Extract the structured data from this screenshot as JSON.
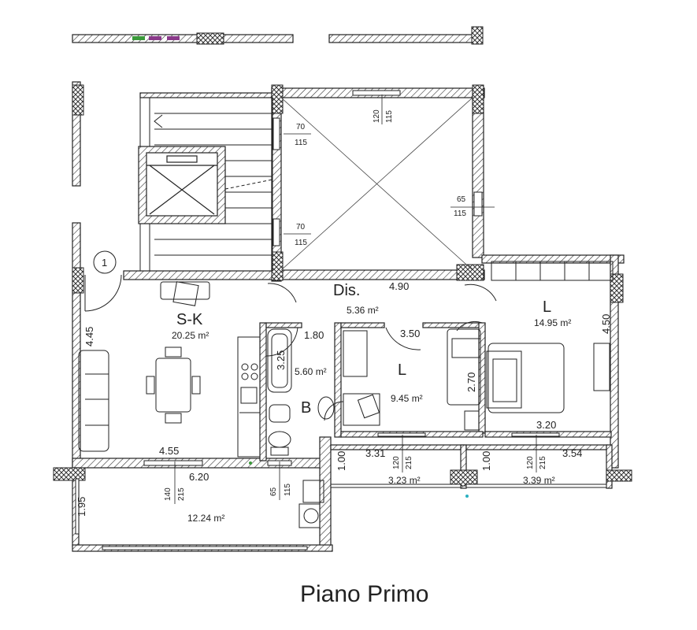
{
  "title": "Piano Primo",
  "marker": "1",
  "colors": {
    "wall_hatch": "#333333",
    "line": "#222222",
    "accent_green": "#3a9a3a",
    "accent_purple": "#8a3a8a",
    "accent_cyan": "#2ab0c0"
  },
  "rooms": {
    "sk": {
      "name": "S-K",
      "area": "20.25 m²"
    },
    "dis": {
      "name": "Dis.",
      "area": "5.36 m²"
    },
    "bath": {
      "name": "B",
      "area": "5.60 m²"
    },
    "l1": {
      "name": "L",
      "area": "9.45 m²"
    },
    "l2": {
      "name": "L",
      "area": "14.95 m²"
    },
    "terrace": {
      "area": "12.24 m²"
    },
    "balcony1": {
      "area": "3.23 m²"
    },
    "balcony2": {
      "area": "3.39 m²"
    }
  },
  "dims": {
    "d_490": "4.90",
    "d_445": "4.45",
    "d_180": "1.80",
    "d_350": "3.50",
    "d_325": "3.25",
    "d_270": "2.70",
    "d_450": "4.50",
    "d_455": "4.55",
    "d_620": "6.20",
    "d_320": "3.20",
    "d_331": "3.31",
    "d_354": "3.54",
    "d_100a": "1.00",
    "d_100b": "1.00",
    "d_195": "1.95"
  },
  "openings": {
    "o1": {
      "w": "70",
      "h": "115"
    },
    "o2": {
      "w": "70",
      "h": "115"
    },
    "o3": {
      "w": "120",
      "h": "115"
    },
    "o4": {
      "w": "65",
      "h": "115"
    },
    "o5": {
      "w": "140",
      "h": "215"
    },
    "o6": {
      "w": "65",
      "h": "115"
    },
    "o7": {
      "w": "120",
      "h": "215"
    },
    "o8": {
      "w": "120",
      "h": "215"
    }
  }
}
